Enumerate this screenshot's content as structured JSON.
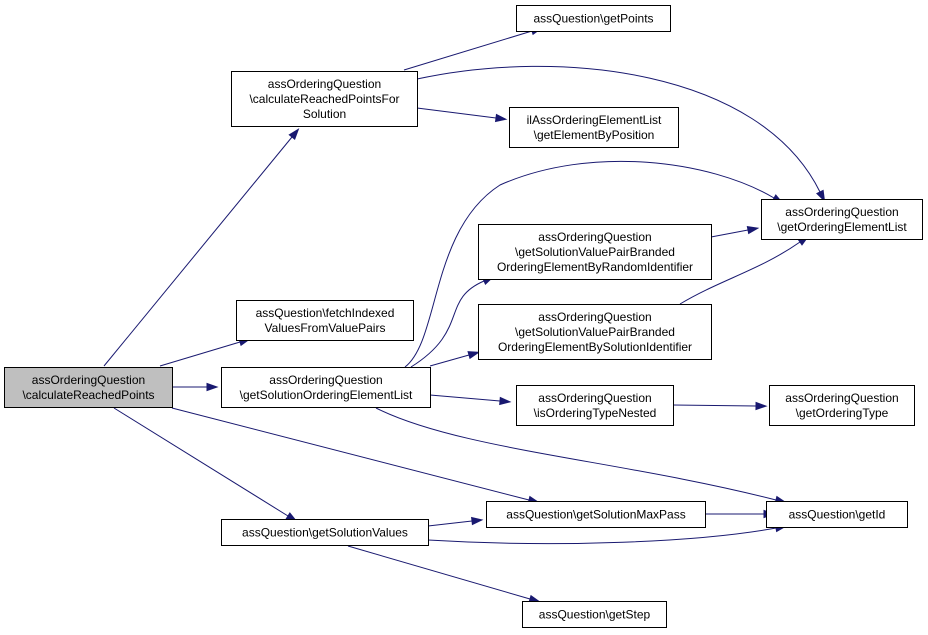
{
  "colors": {
    "node_fill": "#ffffff",
    "root_fill": "#bfbfbf",
    "edge": "#191970",
    "border": "#000000"
  },
  "nodes": {
    "root": {
      "lines": [
        "assOrderingQuestion",
        "\\calculateReachedPoints"
      ]
    },
    "calcForSolution": {
      "lines": [
        "assOrderingQuestion",
        "\\calculateReachedPointsFor",
        "Solution"
      ]
    },
    "getPoints": {
      "lines": [
        "assQuestion\\getPoints"
      ]
    },
    "getElementByPosition": {
      "lines": [
        "ilAssOrderingElementList",
        "\\getElementByPosition"
      ]
    },
    "getOrderingElementList": {
      "lines": [
        "assOrderingQuestion",
        "\\getOrderingElementList"
      ]
    },
    "fetchIndexed": {
      "lines": [
        "assQuestion\\fetchIndexed",
        "ValuesFromValuePairs"
      ]
    },
    "getByRandomId": {
      "lines": [
        "assOrderingQuestion",
        "\\getSolutionValuePairBranded",
        "OrderingElementByRandomIdentifier"
      ]
    },
    "getBySolutionId": {
      "lines": [
        "assOrderingQuestion",
        "\\getSolutionValuePairBranded",
        "OrderingElementBySolutionIdentifier"
      ]
    },
    "getSolutionOrderingElementList": {
      "lines": [
        "assOrderingQuestion",
        "\\getSolutionOrderingElementList"
      ]
    },
    "isOrderingTypeNested": {
      "lines": [
        "assOrderingQuestion",
        "\\isOrderingTypeNested"
      ]
    },
    "getOrderingType": {
      "lines": [
        "assOrderingQuestion",
        "\\getOrderingType"
      ]
    },
    "getSolutionMaxPass": {
      "lines": [
        "assQuestion\\getSolutionMaxPass"
      ]
    },
    "getId": {
      "lines": [
        "assQuestion\\getId"
      ]
    },
    "getSolutionValues": {
      "lines": [
        "assQuestion\\getSolutionValues"
      ]
    },
    "getStep": {
      "lines": [
        "assQuestion\\getStep"
      ]
    }
  },
  "edges": [
    {
      "from": "root",
      "to": "calcForSolution"
    },
    {
      "from": "root",
      "to": "fetchIndexed"
    },
    {
      "from": "root",
      "to": "getSolutionOrderingElementList"
    },
    {
      "from": "root",
      "to": "getSolutionMaxPass"
    },
    {
      "from": "root",
      "to": "getSolutionValues"
    },
    {
      "from": "calcForSolution",
      "to": "getPoints"
    },
    {
      "from": "calcForSolution",
      "to": "getElementByPosition"
    },
    {
      "from": "calcForSolution",
      "to": "getOrderingElementList"
    },
    {
      "from": "getSolutionOrderingElementList",
      "to": "getOrderingElementList"
    },
    {
      "from": "getSolutionOrderingElementList",
      "to": "getByRandomId"
    },
    {
      "from": "getSolutionOrderingElementList",
      "to": "getBySolutionId"
    },
    {
      "from": "getSolutionOrderingElementList",
      "to": "isOrderingTypeNested"
    },
    {
      "from": "getSolutionOrderingElementList",
      "to": "getId"
    },
    {
      "from": "getByRandomId",
      "to": "getOrderingElementList"
    },
    {
      "from": "getBySolutionId",
      "to": "getOrderingElementList"
    },
    {
      "from": "isOrderingTypeNested",
      "to": "getOrderingType"
    },
    {
      "from": "getSolutionValues",
      "to": "getSolutionMaxPass"
    },
    {
      "from": "getSolutionValues",
      "to": "getId"
    },
    {
      "from": "getSolutionValues",
      "to": "getStep"
    },
    {
      "from": "getSolutionMaxPass",
      "to": "getId"
    }
  ]
}
